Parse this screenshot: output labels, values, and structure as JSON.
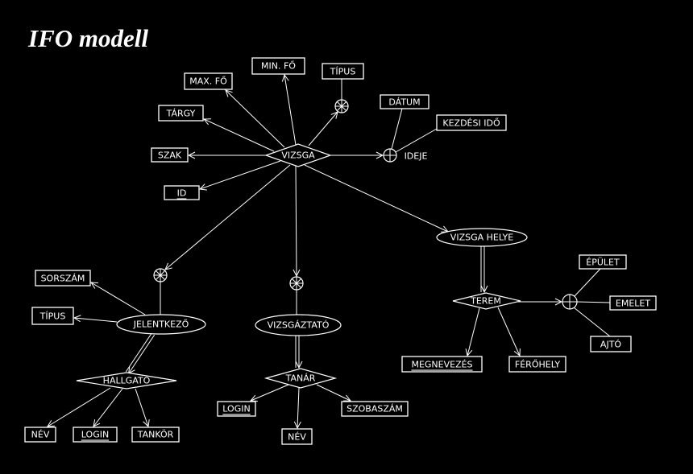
{
  "title": "IFO modell",
  "colors": {
    "background": "#000000",
    "foreground": "#ffffff"
  },
  "nodes": {
    "vizsga": "VIZSGA",
    "min_fo": "MIN. FŐ",
    "max_fo": "MAX. FŐ",
    "tipus_top": "TÍPUS",
    "targy": "TÁRGY",
    "datum": "DÁTUM",
    "kezdesi_ido": "KEZDÉSI IDŐ",
    "szak": "SZAK",
    "ideje": "IDEJE",
    "id": "ID",
    "vizsga_helye": "VIZSGA  HELYE",
    "terem": "TEREM",
    "epulet": "ÉPÜLET",
    "emelet": "EMELET",
    "ajto": "AJTÓ",
    "megnevezes": "MEGNEVEZÉS",
    "ferohely": "FÉRŐHELY",
    "sorszam": "SORSZÁM",
    "tipus_left": "TÍPUS",
    "jelentkezo": "JELENTKEZŐ",
    "vizsgaztato": "VIZSGÁZTATÓ",
    "hallgato": "HALLGATÓ",
    "tanar": "TANÁR",
    "nev_h": "NÉV",
    "login_h": "LOGIN",
    "tankor": "TANKÖR",
    "login_t": "LOGIN",
    "szobaszam": "SZOBASZÁM",
    "nev_t": "NÉV"
  }
}
